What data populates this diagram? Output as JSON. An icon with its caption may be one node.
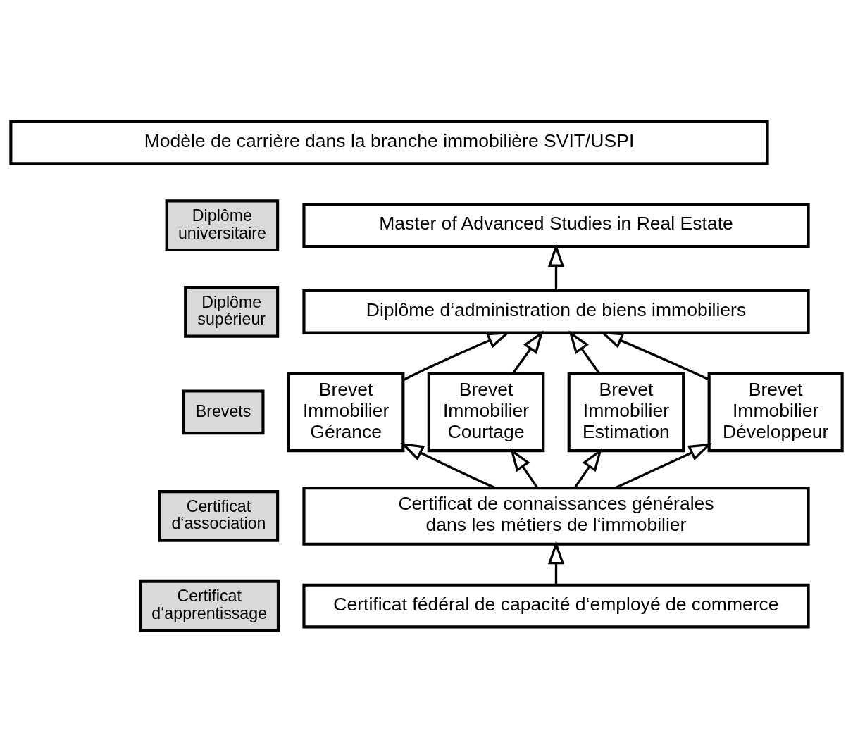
{
  "diagram": {
    "nodes": [
      {
        "text": [
          "Modèle de carrière dans la branche immobilière SVIT/USPI"
        ]
      },
      {
        "text": [
          "Diplôme universitaire"
        ]
      },
      {
        "text": [
          "Master of Advanced Studies in Real Estate"
        ]
      },
      {
        "text": [
          "Diplôme supérieur"
        ]
      },
      {
        "text": [
          "Diplôme d‘administration de biens immobiliers"
        ]
      },
      {
        "text": [
          "Brevets"
        ]
      },
      {
        "text": [
          "Brevet Immobilier Gérance"
        ]
      },
      {
        "text": [
          "Brevet Immobilier Courtage"
        ]
      },
      {
        "text": [
          "Brevet Immobilier Estimation"
        ]
      },
      {
        "text": [
          "Brevet Immobilier Développeur"
        ]
      },
      {
        "text": [
          "Certificat d‘association"
        ]
      },
      {
        "text": [
          "Certificat de connaissances générales dans les métiers de l‘immobilier"
        ]
      },
      {
        "text": [
          "Certificat d‘apprentissage"
        ]
      },
      {
        "text": [
          "Certificat fédéral de capacité d‘employé de commerce"
        ]
      }
    ],
    "edges": [
      {
        "from": 13,
        "to": 11,
        "arrow": "to"
      },
      {
        "from": 11,
        "to": 6,
        "arrow": "to"
      },
      {
        "from": 11,
        "to": 7,
        "arrow": "to"
      },
      {
        "from": 11,
        "to": 8,
        "arrow": "to"
      },
      {
        "from": 11,
        "to": 9,
        "arrow": "to"
      },
      {
        "from": 6,
        "to": 4,
        "arrow": "to"
      },
      {
        "from": 7,
        "to": 4,
        "arrow": "to"
      },
      {
        "from": 8,
        "to": 4,
        "arrow": "to"
      },
      {
        "from": 9,
        "to": 4,
        "arrow": "to"
      },
      {
        "from": 4,
        "to": 2,
        "arrow": "to"
      }
    ]
  }
}
